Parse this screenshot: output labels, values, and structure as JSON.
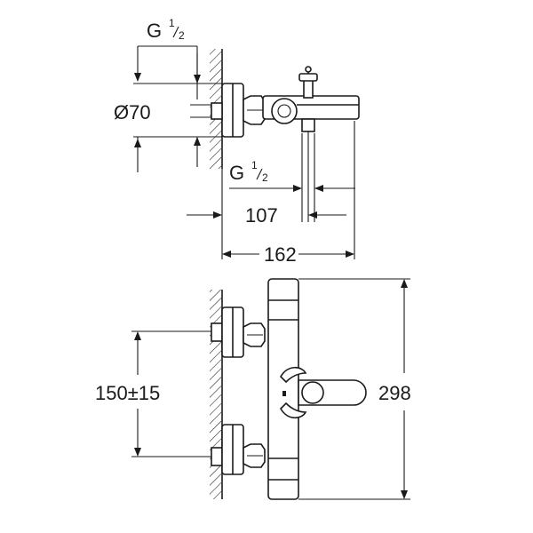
{
  "dimensions": {
    "thread_top_main": "G",
    "thread_top_sup": "1",
    "thread_top_sub": "2",
    "diameter": "Ø70",
    "thread_mid_main": "G",
    "thread_mid_sup": "1",
    "thread_mid_sub": "2",
    "depth_107": "107",
    "depth_162": "162",
    "spacing": "150±15",
    "height": "298"
  },
  "colors": {
    "line": "#1a1a1a",
    "background": "#ffffff"
  }
}
